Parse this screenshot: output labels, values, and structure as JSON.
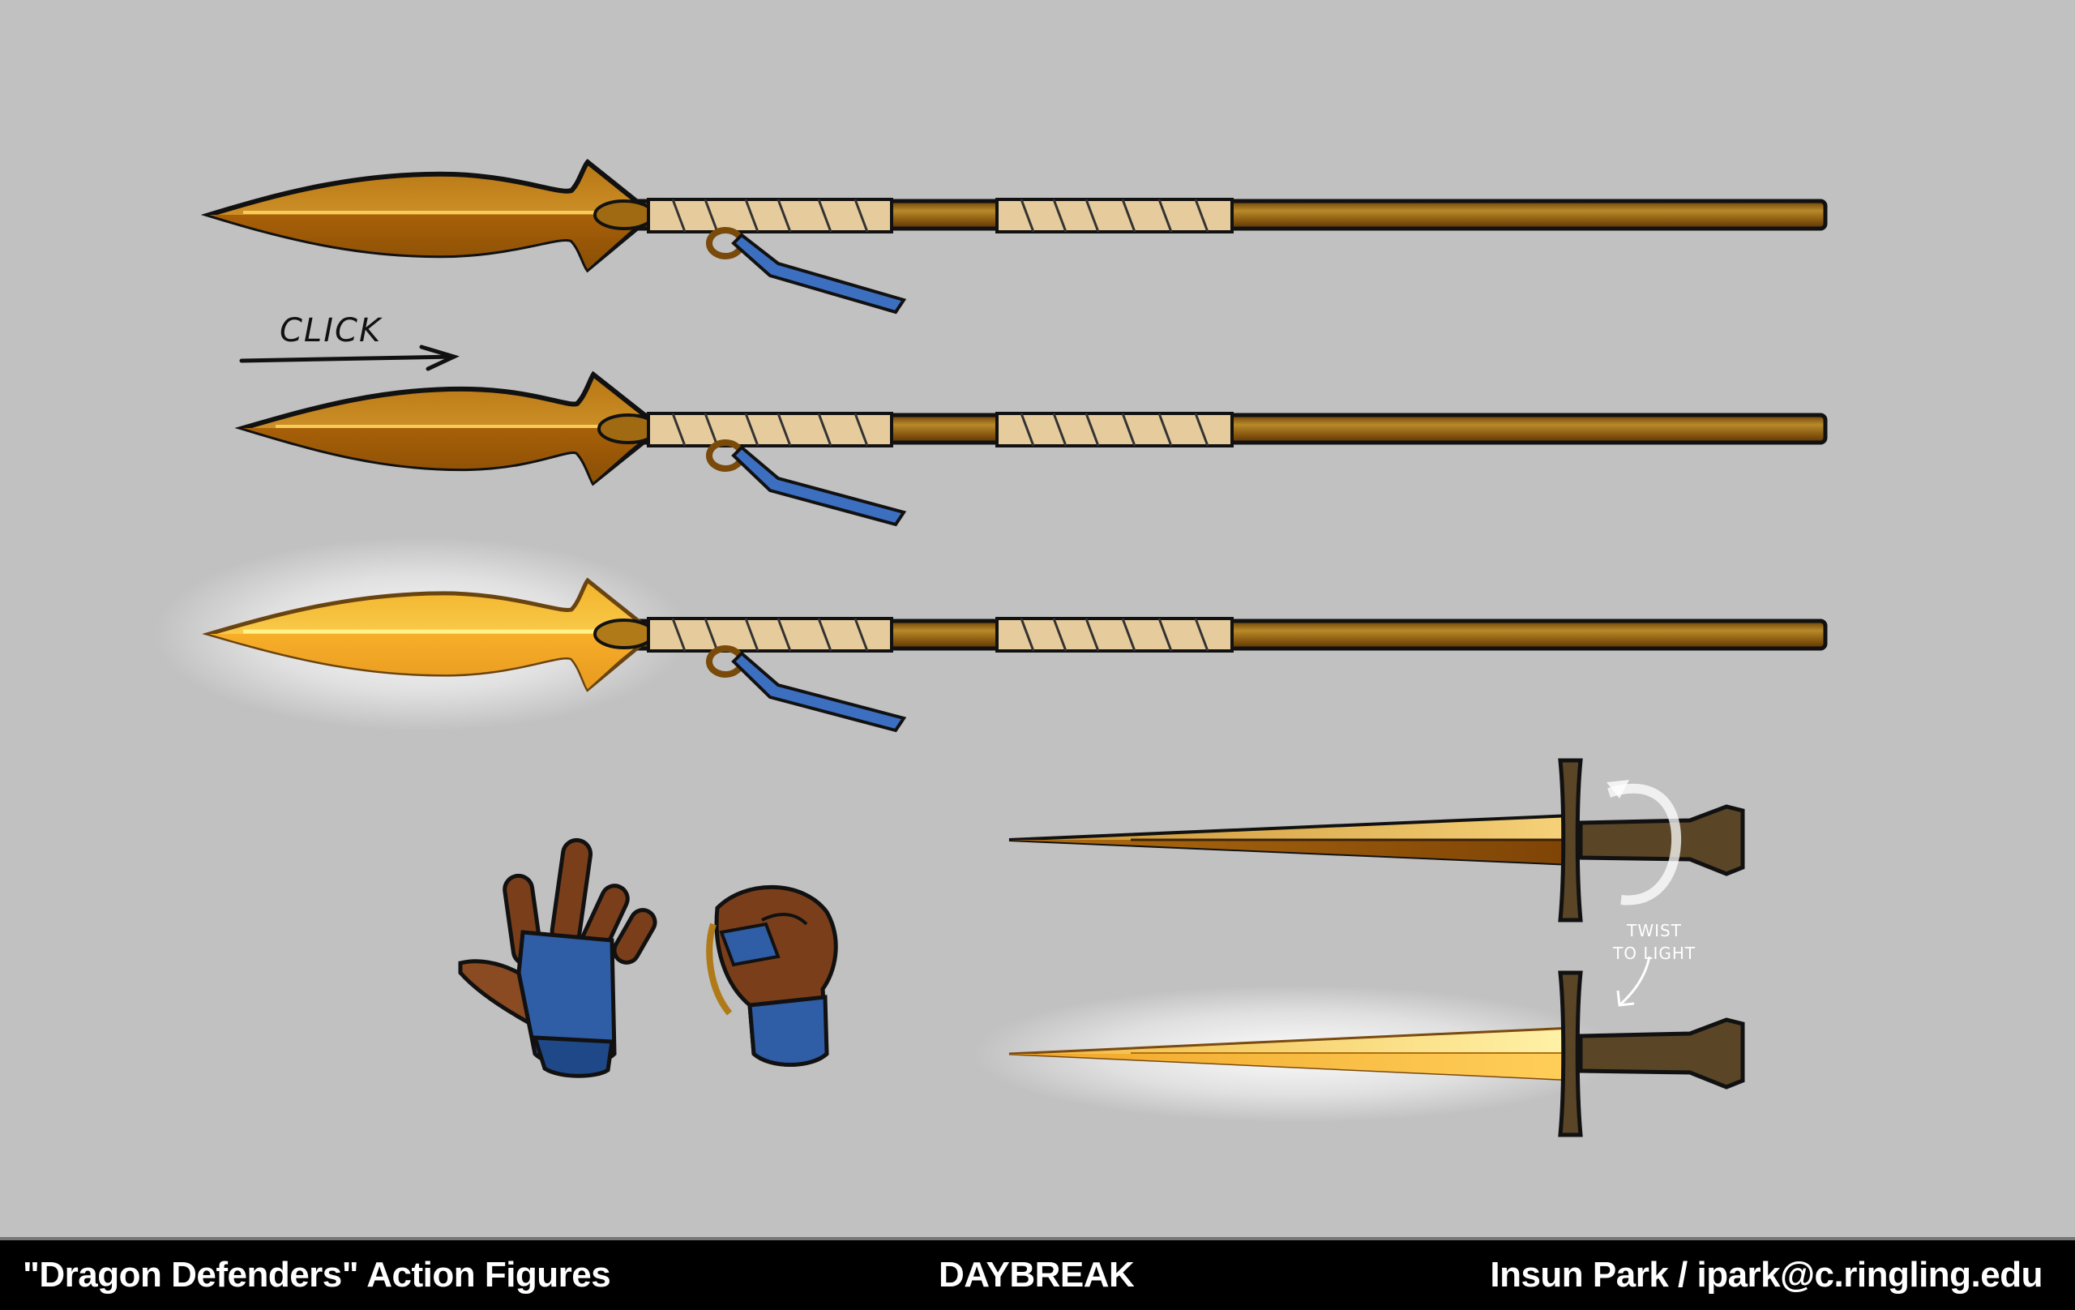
{
  "footer": {
    "project_title": "\"Dragon Defenders\" Action Figures",
    "character_name": "DAYBREAK",
    "credit": "Insun Park / ipark@c.ringling.edu"
  },
  "annotations": {
    "click": "CLICK",
    "twist_line1": "TWIST",
    "twist_line2": "TO LIGHT"
  },
  "items": [
    {
      "name": "spear",
      "state": "default"
    },
    {
      "name": "spear",
      "state": "clicked"
    },
    {
      "name": "spear",
      "state": "glowing"
    },
    {
      "name": "hand",
      "pose": "open"
    },
    {
      "name": "hand",
      "pose": "fist"
    },
    {
      "name": "dagger",
      "state": "default"
    },
    {
      "name": "dagger",
      "state": "glowing"
    }
  ],
  "colors": {
    "background": "#c1c1c1",
    "gold_dark": "#8a4f06",
    "gold_mid": "#c98a1c",
    "gold_light": "#f3c14a",
    "glow_gold": "#ffd84a",
    "shaft": "#8a5a10",
    "wrap": "#e6cc9c",
    "ribbon": "#3d6fc0",
    "skin": "#7a3f1a",
    "hilt": "#5a4526",
    "footer_bg": "#000000",
    "footer_text": "#ffffff"
  }
}
